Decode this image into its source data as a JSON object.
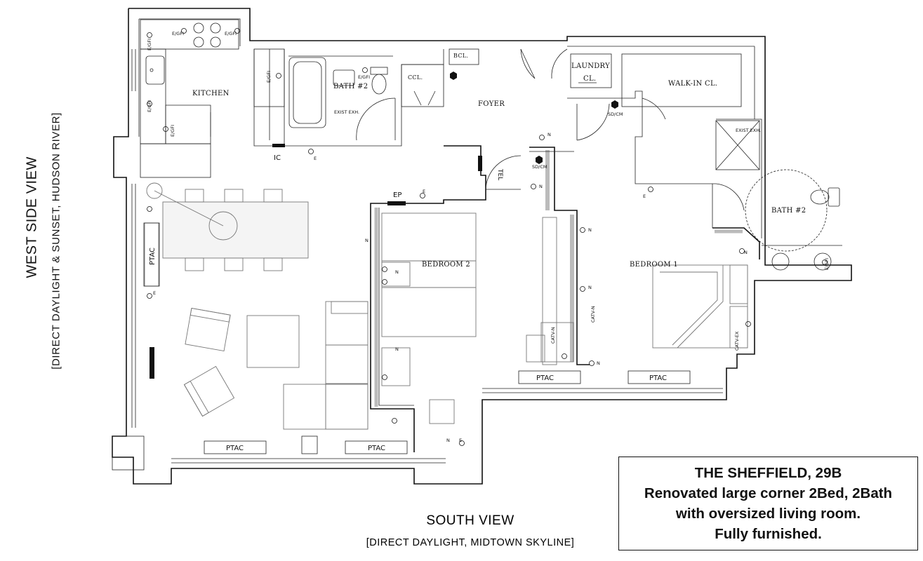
{
  "views": {
    "west_title": "WEST SIDE VIEW",
    "west_subtitle": "[DIRECT DAYLIGHT & SUNSET, HUDSON RIVER]",
    "south_title": "SOUTH VIEW",
    "south_subtitle": "[DIRECT DAYLIGHT, MIDTOWN SKYLINE]"
  },
  "listing": {
    "line1": "THE SHEFFIELD, 29B",
    "line2": "Renovated large corner 2Bed, 2Bath",
    "line3": "with oversized living room.",
    "line4": "Fully furnished."
  },
  "rooms": {
    "kitchen": "KITCHEN",
    "bath_a": "BATH #2",
    "bath_b": "BATH #2",
    "ccl": "CCL.",
    "bcl": "BCL.",
    "foyer": "FOYER",
    "laundry_1": "LAUNDRY",
    "laundry_2": "CL.",
    "walkin": "WALK-IN CL.",
    "bedroom1": "BEDROOM 1",
    "bedroom2": "BEDROOM 2",
    "tel": "TEL",
    "ep": "EP",
    "ic": "IC",
    "ptac": "PTAC"
  },
  "fixtures": {
    "egfi": "E/GFI",
    "n": "N",
    "e": "E",
    "sdcm": "SD/CM",
    "catv": "CATV-N",
    "catvex": "CATV-EX",
    "exist_exh": "EXIST EXH."
  }
}
